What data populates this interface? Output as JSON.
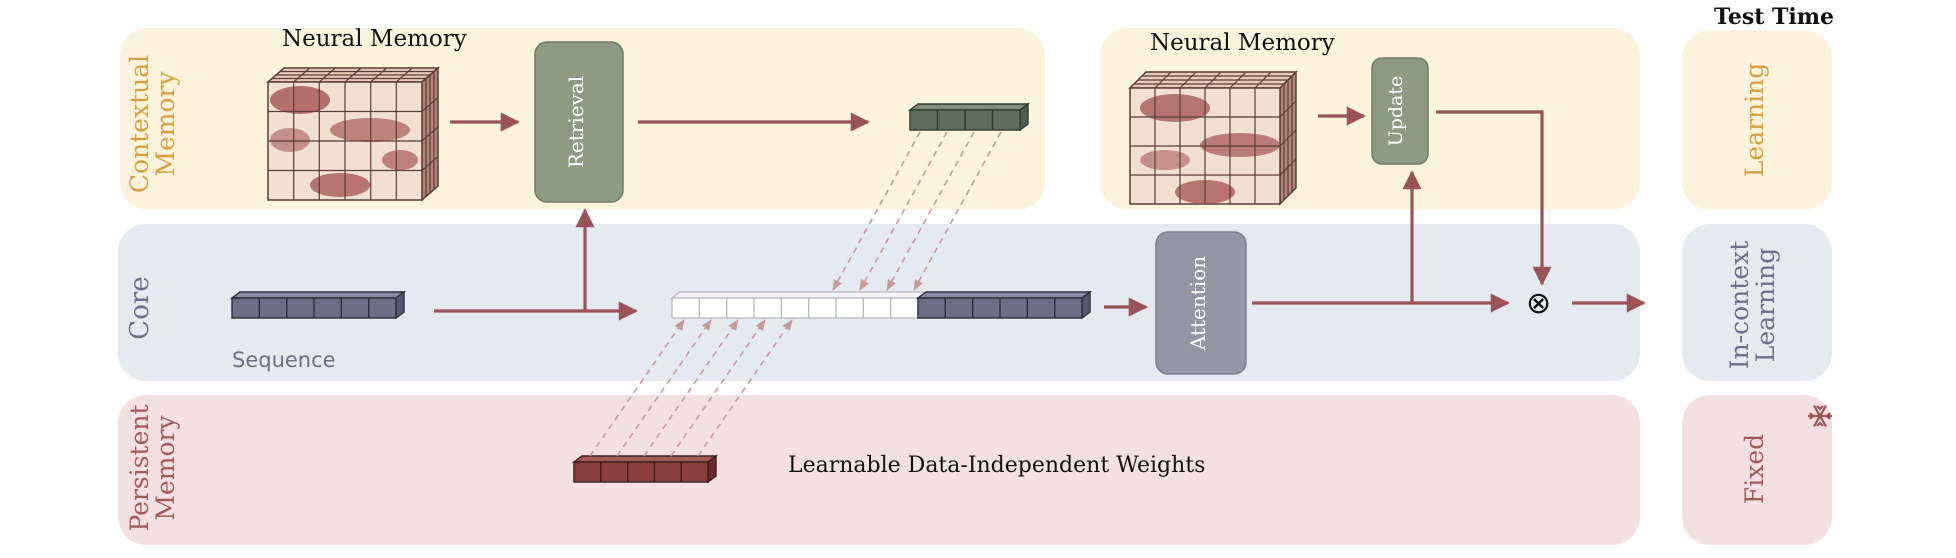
{
  "rows": {
    "contextual": {
      "label_line1": "Contextual",
      "label_line2": "Memory",
      "color": "#d9a040",
      "bg": "#fcf3dc"
    },
    "core": {
      "label": "Core",
      "color": "#6b6f87",
      "bg": "#e4eaf0"
    },
    "persistent": {
      "label_line1": "Persistent",
      "label_line2": "Memory",
      "color": "#a45858",
      "bg": "#f3e1e2"
    }
  },
  "labels": {
    "neural_memory_left": "Neural Memory",
    "neural_memory_right": "Neural Memory",
    "sequence": "Sequence",
    "weights": "Learnable Data-Independent Weights",
    "retrieval": "Retrieval",
    "update": "Update",
    "attention": "Attention",
    "combine": "⊗"
  },
  "test_time": {
    "header": "Test Time",
    "learning": "Learning",
    "in_context_line1": "In-context",
    "in_context_line2": "Learning",
    "fixed": "Fixed",
    "fixed_icon": "snowflake-icon"
  },
  "colors": {
    "arrow": "#9a5458",
    "retrieval_box": "#8e9b84",
    "attention_box": "#9595a6",
    "seq_token": "#6d6e86",
    "mem_token": "#5f6e5e",
    "weight_token": "#8a3f3d",
    "empty_token": "#ffffff"
  }
}
